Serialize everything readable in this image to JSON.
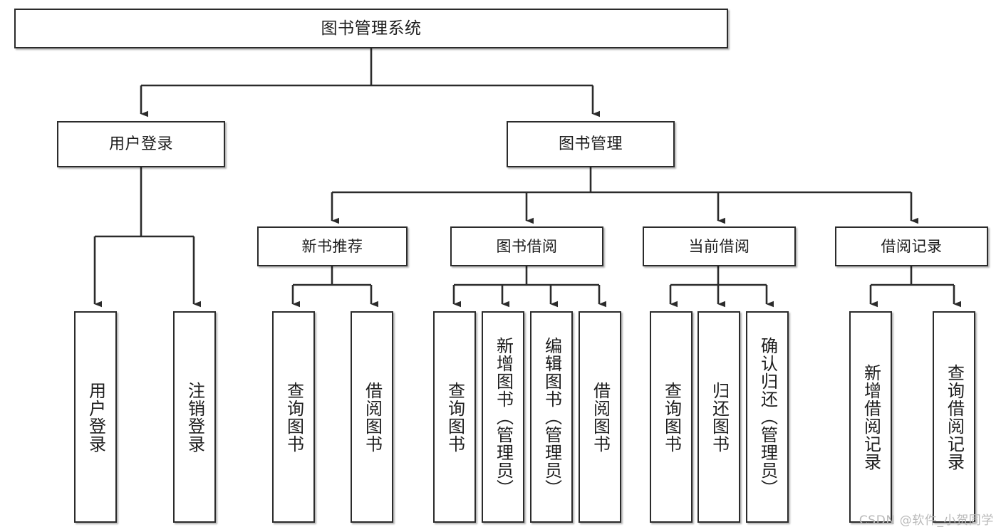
{
  "diagram": {
    "title": "图书管理系统",
    "type": "tree-hierarchy-chart",
    "orientation": "top-down",
    "colors": {
      "node_border": "#2b2b2b",
      "node_fill": "#ffffff",
      "edge": "#2b2b2b",
      "text": "#1d1d1d",
      "watermark": "#b9b9b9",
      "background": "#ffffff"
    }
  },
  "root": {
    "label": "图书管理系统"
  },
  "level1": [
    {
      "label": "用户登录"
    },
    {
      "label": "图书管理"
    }
  ],
  "level2": [
    {
      "label": "新书推荐"
    },
    {
      "label": "图书借阅"
    },
    {
      "label": "当前借阅"
    },
    {
      "label": "借阅记录"
    }
  ],
  "leaves": {
    "user_login": [
      {
        "label": "用户登录"
      },
      {
        "label": "注销登录"
      }
    ],
    "new_book_recommend": [
      {
        "label": "查询图书"
      },
      {
        "label": "借阅图书"
      }
    ],
    "book_borrow": [
      {
        "label": "查询图书"
      },
      {
        "label": "新增图书（管理员）"
      },
      {
        "label": "编辑图书（管理员）"
      },
      {
        "label": "借阅图书"
      }
    ],
    "current_borrow": [
      {
        "label": "查询图书"
      },
      {
        "label": "归还图书"
      },
      {
        "label": "确认归还（管理员）"
      }
    ],
    "borrow_record": [
      {
        "label": "新增借阅记录"
      },
      {
        "label": "查询借阅记录"
      }
    ]
  },
  "watermark": {
    "text": "CSDN @软件_小贺同学"
  }
}
